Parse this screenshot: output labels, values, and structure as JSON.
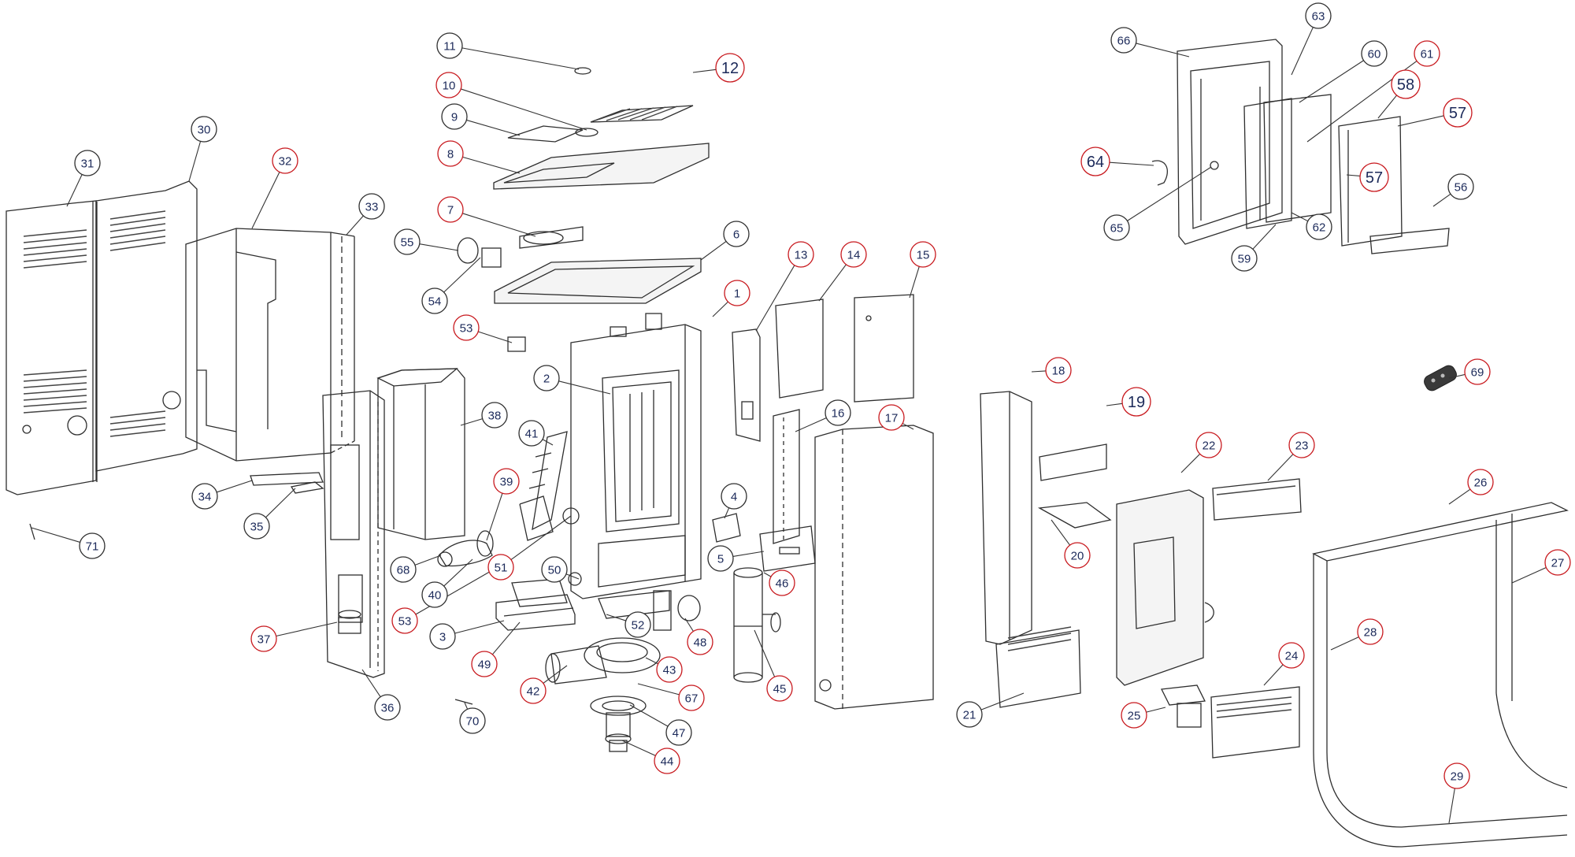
{
  "diagram": {
    "callouts": [
      {
        "label": "1",
        "accent": "red"
      },
      {
        "label": "2",
        "accent": "dark"
      },
      {
        "label": "3",
        "accent": "dark"
      },
      {
        "label": "4",
        "accent": "dark"
      },
      {
        "label": "5",
        "accent": "dark"
      },
      {
        "label": "6",
        "accent": "dark"
      },
      {
        "label": "7",
        "accent": "red"
      },
      {
        "label": "8",
        "accent": "red"
      },
      {
        "label": "9",
        "accent": "dark"
      },
      {
        "label": "10",
        "accent": "red"
      },
      {
        "label": "11",
        "accent": "dark"
      },
      {
        "label": "12",
        "accent": "red"
      },
      {
        "label": "13",
        "accent": "red"
      },
      {
        "label": "14",
        "accent": "red"
      },
      {
        "label": "15",
        "accent": "red"
      },
      {
        "label": "16",
        "accent": "dark"
      },
      {
        "label": "17",
        "accent": "red"
      },
      {
        "label": "18",
        "accent": "red"
      },
      {
        "label": "19",
        "accent": "red"
      },
      {
        "label": "20",
        "accent": "red"
      },
      {
        "label": "21",
        "accent": "dark"
      },
      {
        "label": "22",
        "accent": "red"
      },
      {
        "label": "23",
        "accent": "red"
      },
      {
        "label": "24",
        "accent": "red"
      },
      {
        "label": "25",
        "accent": "red"
      },
      {
        "label": "26",
        "accent": "red"
      },
      {
        "label": "27",
        "accent": "red"
      },
      {
        "label": "28",
        "accent": "red"
      },
      {
        "label": "29",
        "accent": "red"
      },
      {
        "label": "30",
        "accent": "dark"
      },
      {
        "label": "31",
        "accent": "dark"
      },
      {
        "label": "32",
        "accent": "red"
      },
      {
        "label": "33",
        "accent": "dark"
      },
      {
        "label": "34",
        "accent": "dark"
      },
      {
        "label": "35",
        "accent": "dark"
      },
      {
        "label": "36",
        "accent": "dark"
      },
      {
        "label": "37",
        "accent": "red"
      },
      {
        "label": "38",
        "accent": "dark"
      },
      {
        "label": "39",
        "accent": "red"
      },
      {
        "label": "40",
        "accent": "dark"
      },
      {
        "label": "41",
        "accent": "dark"
      },
      {
        "label": "42",
        "accent": "red"
      },
      {
        "label": "43",
        "accent": "red"
      },
      {
        "label": "44",
        "accent": "red"
      },
      {
        "label": "45",
        "accent": "red"
      },
      {
        "label": "46",
        "accent": "red"
      },
      {
        "label": "47",
        "accent": "dark"
      },
      {
        "label": "48",
        "accent": "red"
      },
      {
        "label": "49",
        "accent": "red"
      },
      {
        "label": "50",
        "accent": "dark"
      },
      {
        "label": "51",
        "accent": "red"
      },
      {
        "label": "52",
        "accent": "dark"
      },
      {
        "label": "53",
        "accent": "red"
      },
      {
        "label": "53",
        "accent": "red"
      },
      {
        "label": "54",
        "accent": "dark"
      },
      {
        "label": "55",
        "accent": "dark"
      },
      {
        "label": "56",
        "accent": "dark"
      },
      {
        "label": "57",
        "accent": "red"
      },
      {
        "label": "57",
        "accent": "red"
      },
      {
        "label": "58",
        "accent": "red"
      },
      {
        "label": "59",
        "accent": "dark"
      },
      {
        "label": "60",
        "accent": "dark"
      },
      {
        "label": "61",
        "accent": "red"
      },
      {
        "label": "62",
        "accent": "dark"
      },
      {
        "label": "63",
        "accent": "dark"
      },
      {
        "label": "64",
        "accent": "red"
      },
      {
        "label": "65",
        "accent": "dark"
      },
      {
        "label": "66",
        "accent": "dark"
      },
      {
        "label": "67",
        "accent": "red"
      },
      {
        "label": "68",
        "accent": "dark"
      },
      {
        "label": "69",
        "accent": "red"
      },
      {
        "label": "70",
        "accent": "dark"
      },
      {
        "label": "71",
        "accent": "dark"
      }
    ]
  },
  "colors": {
    "red": "#c8191e",
    "dark": "#2f2f2f",
    "text": "#1c2a5a"
  }
}
